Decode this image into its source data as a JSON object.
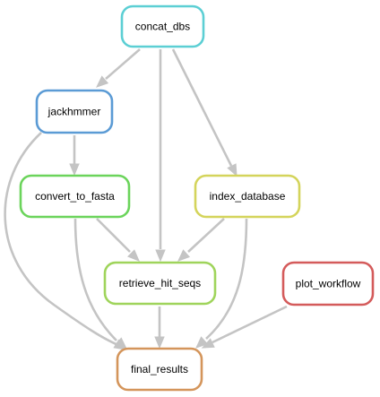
{
  "graph": {
    "nodes": [
      {
        "id": "concat_dbs",
        "label": "concat_dbs",
        "color": "#5ccfd4"
      },
      {
        "id": "jackhmmer",
        "label": "jackhmmer",
        "color": "#5b9bd5"
      },
      {
        "id": "convert_to_fasta",
        "label": "convert_to_fasta",
        "color": "#6bd45b"
      },
      {
        "id": "index_database",
        "label": "index_database",
        "color": "#d4d45b"
      },
      {
        "id": "retrieve_hit_seqs",
        "label": "retrieve_hit_seqs",
        "color": "#9fd45b"
      },
      {
        "id": "plot_workflow",
        "label": "plot_workflow",
        "color": "#d45b5b"
      },
      {
        "id": "final_results",
        "label": "final_results",
        "color": "#d4955b"
      }
    ],
    "edges": [
      {
        "from": "concat_dbs",
        "to": "jackhmmer"
      },
      {
        "from": "concat_dbs",
        "to": "retrieve_hit_seqs"
      },
      {
        "from": "concat_dbs",
        "to": "index_database"
      },
      {
        "from": "jackhmmer",
        "to": "convert_to_fasta"
      },
      {
        "from": "jackhmmer",
        "to": "final_results"
      },
      {
        "from": "convert_to_fasta",
        "to": "retrieve_hit_seqs"
      },
      {
        "from": "convert_to_fasta",
        "to": "final_results"
      },
      {
        "from": "index_database",
        "to": "retrieve_hit_seqs"
      },
      {
        "from": "index_database",
        "to": "final_results"
      },
      {
        "from": "retrieve_hit_seqs",
        "to": "final_results"
      },
      {
        "from": "plot_workflow",
        "to": "final_results"
      }
    ],
    "edge_color": "#c4c4c4"
  }
}
